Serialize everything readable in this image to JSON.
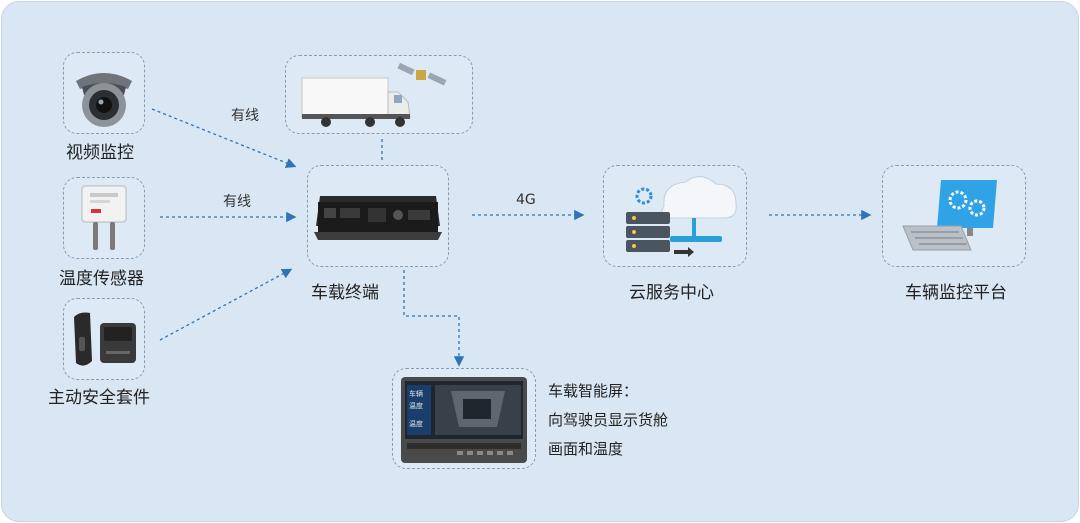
{
  "nodes": {
    "camera": "视频监控",
    "temp_sensor": "温度传感器",
    "safety_kit": "主动安全套件",
    "terminal": "车载终端",
    "cloud": "云服务中心",
    "platform": "车辆监控平台"
  },
  "links": {
    "wired_1": "有线",
    "wired_2": "有线",
    "link_4g": "4G"
  },
  "screen_note": {
    "line1": "车载智能屏：",
    "line2": "向驾驶员显示货舱",
    "line3": "画面和温度"
  },
  "screen_ui": {
    "title": "车辆",
    "line1": "温度",
    "line2": "温度"
  },
  "colors": {
    "background": "#d9e6f3",
    "arrow": "#2f74b5",
    "box_border": "#8a9bb0"
  }
}
